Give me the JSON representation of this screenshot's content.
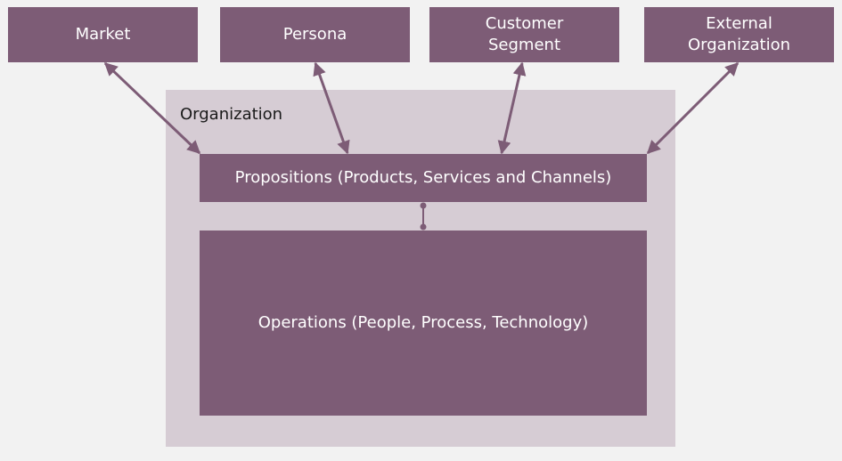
{
  "colors": {
    "box_fill": "#7d5c76",
    "container_fill": "#d6ccd4",
    "background": "#f2f2f2",
    "text_light": "#ffffff",
    "text_dark": "#1a1a1a"
  },
  "external": {
    "market": "Market",
    "persona": "Persona",
    "customer_segment_line1": "Customer",
    "customer_segment_line2": "Segment",
    "external_org_line1": "External",
    "external_org_line2": "Organization"
  },
  "organization": {
    "label": "Organization",
    "propositions": "Propositions (Products, Services and Channels)",
    "operations": "Operations (People, Process, Technology)"
  }
}
